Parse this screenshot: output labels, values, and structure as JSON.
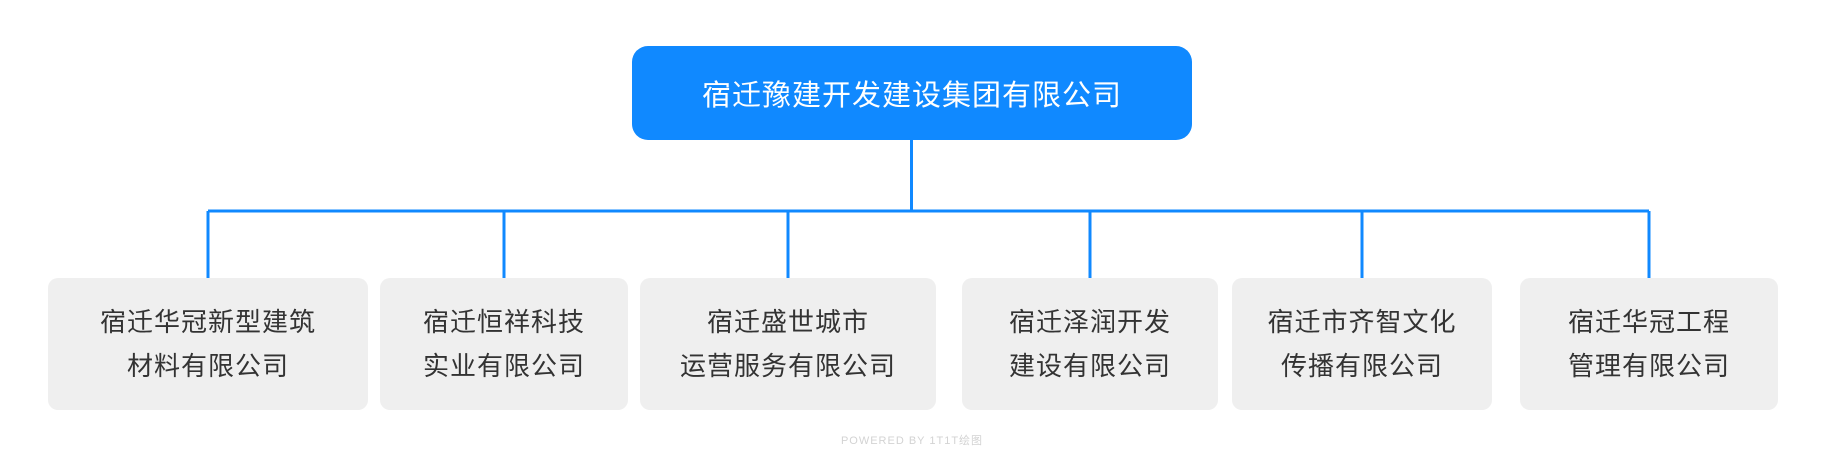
{
  "org_chart": {
    "root": {
      "label": "宿迁豫建开发建设集团有限公司"
    },
    "children": [
      {
        "name": "宿迁华冠新型建筑材料有限公司",
        "line1": "宿迁华冠新型建筑",
        "line2": "材料有限公司"
      },
      {
        "name": "宿迁恒祥科技实业有限公司",
        "line1": "宿迁恒祥科技",
        "line2": "实业有限公司"
      },
      {
        "name": "宿迁盛世城市运营服务有限公司",
        "line1": "宿迁盛世城市",
        "line2": "运营服务有限公司"
      },
      {
        "name": "宿迁泽润开发建设有限公司",
        "line1": "宿迁泽润开发",
        "line2": "建设有限公司"
      },
      {
        "name": "宿迁市齐智文化传播有限公司",
        "line1": "宿迁市齐智文化",
        "line2": "传播有限公司"
      },
      {
        "name": "宿迁华冠工程管理有限公司",
        "line1": "宿迁华冠工程",
        "line2": "管理有限公司"
      }
    ],
    "watermark": "POWERED BY 1T1T绘图",
    "colors": {
      "root_background": "#1089ff",
      "root_text": "#ffffff",
      "connector": "#1089ff",
      "child_background": "#efefef",
      "child_text": "#333333",
      "watermark_text": "#d3d3d3"
    }
  }
}
